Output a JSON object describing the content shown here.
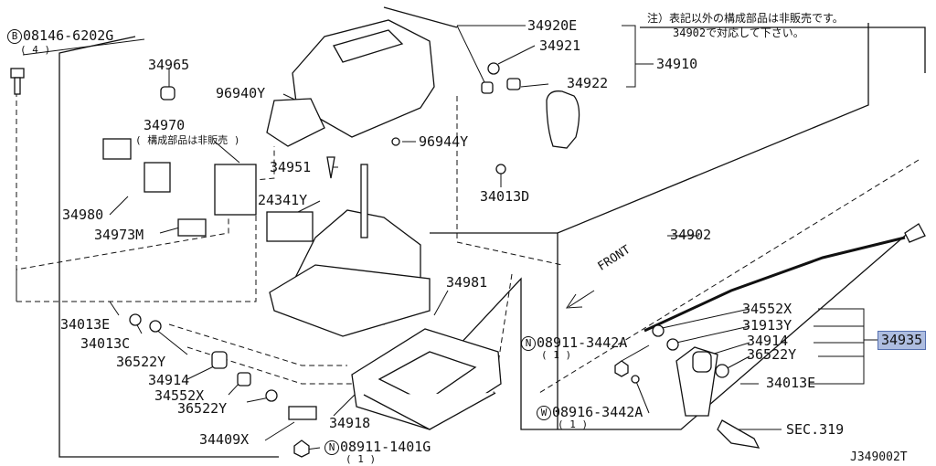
{
  "diagram_id": "J349002T",
  "note": {
    "line1": "注）表記以外の構成部品は非販売です。",
    "line2": "34902で対応して下さい。"
  },
  "front_label": "FRONT",
  "parts": {
    "bolt_b": {
      "prefix": "B",
      "number": "08146-6202G",
      "qty": "( 4 )"
    },
    "p34965": "34965",
    "p96940y": "96940Y",
    "p34970": "34970",
    "p34970_note": "( 構成部品は非販売 )",
    "p34980": "34980",
    "p34973m": "34973M",
    "p34951": "34951",
    "p24341y": "24341Y",
    "p96944y": "96944Y",
    "p34920e": "34920E",
    "p34921": "34921",
    "p34922": "34922",
    "p34910": "34910",
    "p34013d": "34013D",
    "p34902": "34902",
    "p34981": "34981",
    "p34013e_left": "34013E",
    "p34013c": "34013C",
    "p36522y_left": "36522Y",
    "p34914_left": "34914",
    "p34552x_left": "34552X",
    "p36522y_left2": "36522Y",
    "p34409x": "34409X",
    "p34918": "34918",
    "nut_n1": {
      "prefix": "N",
      "number": "08911-1401G",
      "qty": "( 1 )"
    },
    "nut_n2": {
      "prefix": "N",
      "number": "08911-3442A",
      "qty": "( 1 )"
    },
    "washer_w": {
      "prefix": "W",
      "number": "08916-3442A",
      "qty": "( 1 )"
    },
    "p34552x_right": "34552X",
    "p31913y": "31913Y",
    "p34914_right": "34914",
    "p36522y_right": "36522Y",
    "p34013e_right": "34013E",
    "p34935": "34935",
    "sec319": "SEC.319"
  },
  "colors": {
    "line": "#111111",
    "highlight_fill": "#aebde0",
    "highlight_border": "#5570b0"
  }
}
